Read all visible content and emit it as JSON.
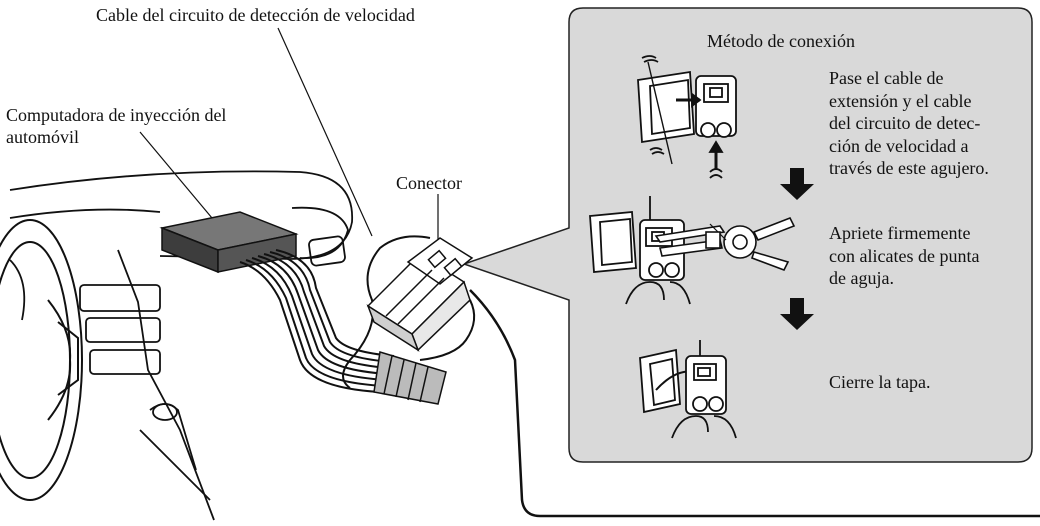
{
  "labels": {
    "cable_circuito": "Cable del circuito de detección de velocidad",
    "computadora_1": "Computadora de inyección del",
    "computadora_2": "automóvil",
    "conector": "Conector",
    "metodo": "Método de conexión"
  },
  "steps": [
    {
      "lines": [
        "Pase el cable de",
        "extensión y el cable",
        "del circuito de detec-",
        "ción de velocidad a",
        "través de este agujero."
      ]
    },
    {
      "lines": [
        "Apriete firmemente",
        "con alicates de punta",
        "de aguja."
      ]
    },
    {
      "lines": [
        "Cierre la tapa."
      ]
    }
  ],
  "icons": [
    "steering-wheel-icon",
    "ecu-box-icon",
    "connector-icon",
    "pliers-icon",
    "down-arrow-icon"
  ],
  "colors": {
    "panel": "#d9d9d9",
    "ecu": "#555555",
    "ink": "#111111"
  }
}
